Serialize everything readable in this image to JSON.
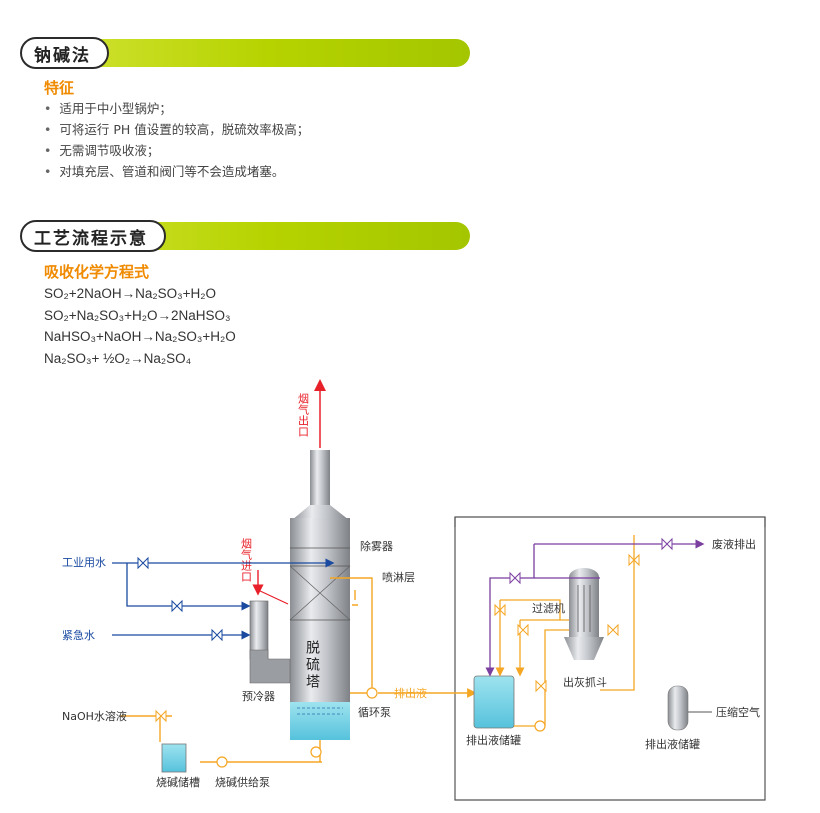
{
  "sections": [
    {
      "title": "钠碱法"
    },
    {
      "title": "工艺流程示意"
    }
  ],
  "features": {
    "heading": "特征",
    "items": [
      "适用于中小型锅炉；",
      "可将运行 PH 值设置的较高，脱硫效率极高；",
      "无需调节吸收液；",
      "对填充层、管道和阀门等不会造成堵塞。"
    ]
  },
  "equations": {
    "heading": "吸收化学方程式",
    "lines": [
      "SO₂+2NaOH→Na₂SO₃+H₂O",
      "SO₂+Na₂SO₃+H₂O→2NaHSO₃",
      "NaHSO₃+NaOH→Na₂SO₃+H₂O",
      "Na₂SO₃+ ½O₂→Na₂SO₄"
    ]
  },
  "diagram": {
    "tower_label": "脱硫塔",
    "flue_out": "烟气出口",
    "flue_in": "烟气进口",
    "demister": "除雾器",
    "spray_layer": "喷淋层",
    "industrial_water": "工业用水",
    "emergency_water": "紧急水",
    "precooler": "预冷器",
    "circulation_pump": "循环泵",
    "discharge_liquid": "排出液",
    "naoh_solution": "NaOH水溶液",
    "caustic_tank": "烧碱储槽",
    "caustic_pump": "烧碱供给泵",
    "discharge_tank": "排出液储罐",
    "filter": "过滤机",
    "ash_grab": "出灰抓斗",
    "waste_discharge": "废液排出",
    "compressed_air": "压缩空气",
    "discharge_tank_2": "排出液储罐",
    "colors": {
      "flue": "#e8202a",
      "water": "#1a4aa0",
      "process": "#f5a623",
      "waste": "#7b3fa0",
      "frame": "#444444"
    }
  }
}
